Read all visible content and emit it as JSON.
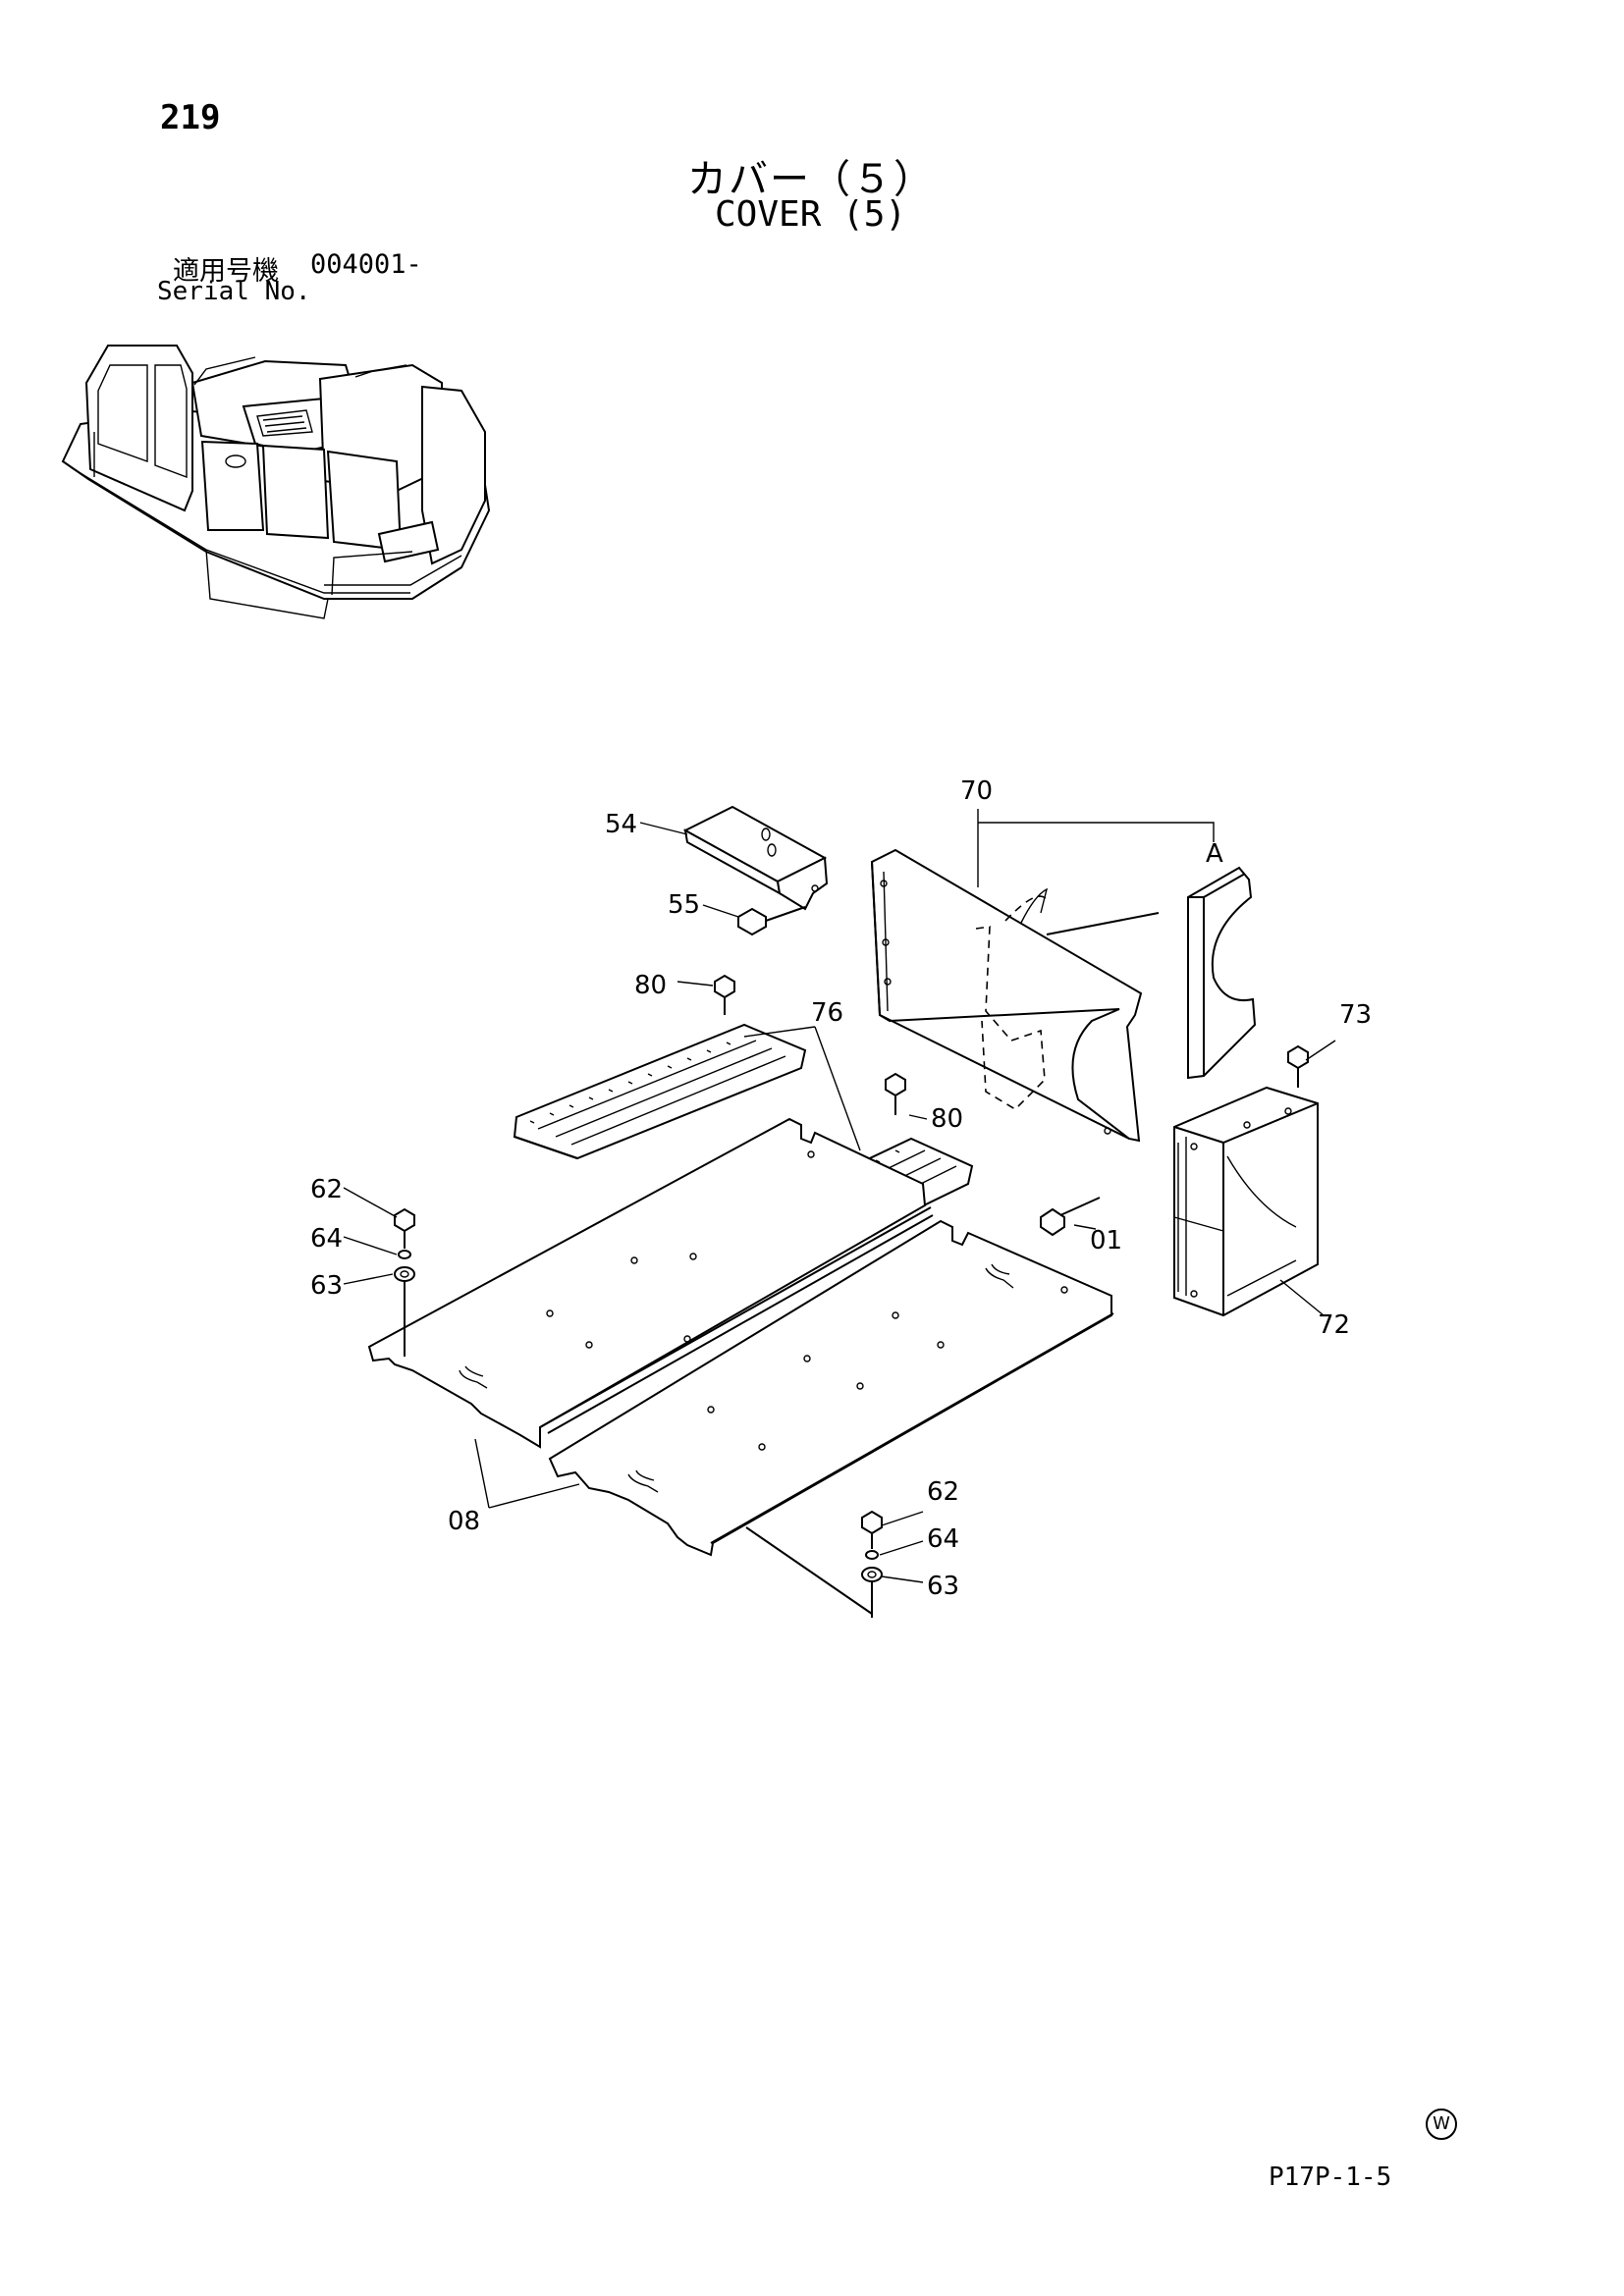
{
  "header": {
    "page_number": "219",
    "title_ja": "カバー（５）",
    "title_en": "COVER (5)",
    "serial_label_ja": "適用号機",
    "serial_value": "004001-",
    "serial_label_en": "Serial No."
  },
  "callouts": {
    "c54": "54",
    "c55": "55",
    "c80a": "80",
    "c80b": "80",
    "c76": "76",
    "c70": "70",
    "cA": "A",
    "c73": "73",
    "c62a": "62",
    "c64a": "64",
    "c63a": "63",
    "c01": "01",
    "c72": "72",
    "c08": "08",
    "c62b": "62",
    "c64b": "64",
    "c63b": "63"
  },
  "footer": {
    "circle_mark": "W",
    "page_code": "P17P-1-5"
  }
}
